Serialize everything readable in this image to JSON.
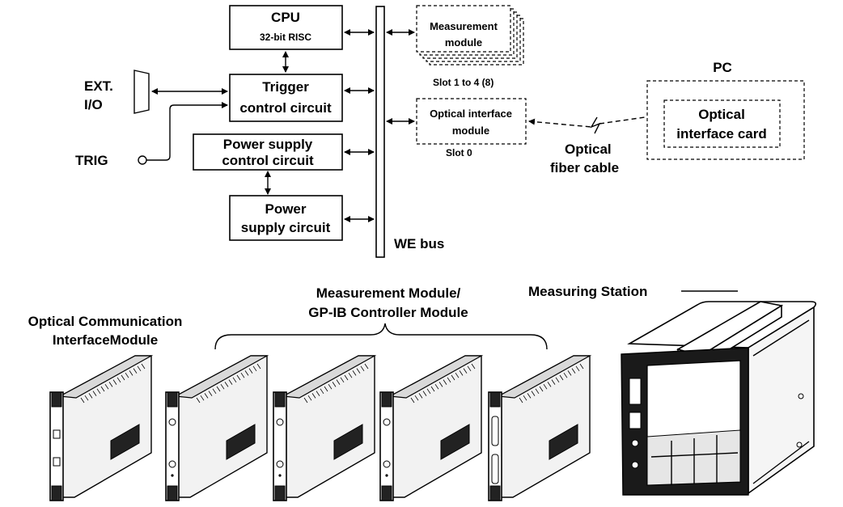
{
  "diagram": {
    "cpu": {
      "title": "CPU",
      "subtitle": "32-bit RISC"
    },
    "trigger": {
      "line1": "Trigger",
      "line2": "control circuit"
    },
    "power_ctrl": {
      "line1": "Power supply",
      "line2": "control circuit"
    },
    "power": {
      "line1": "Power",
      "line2": "supply circuit"
    },
    "ext_io": {
      "line1": "EXT.",
      "line2": "I/O"
    },
    "trig": "TRIG",
    "bus": "WE bus",
    "measurement_module": {
      "line1": "Measurement",
      "line2": "module"
    },
    "slot_1_4": "Slot 1 to 4 (8)",
    "optical_module": {
      "line1": "Optical interface",
      "line2": "module"
    },
    "slot_0": "Slot 0",
    "fiber": {
      "line1": "Optical",
      "line2": "fiber cable"
    },
    "pc": "PC",
    "optical_card": {
      "line1": "Optical",
      "line2": "interface card"
    }
  },
  "hardware": {
    "optical_comm": {
      "line1": "Optical Communication",
      "line2": "InterfaceModule"
    },
    "meas_group": {
      "line1": "Measurement Module/",
      "line2": "GP-IB Controller Module"
    },
    "station": "Measuring Station"
  }
}
